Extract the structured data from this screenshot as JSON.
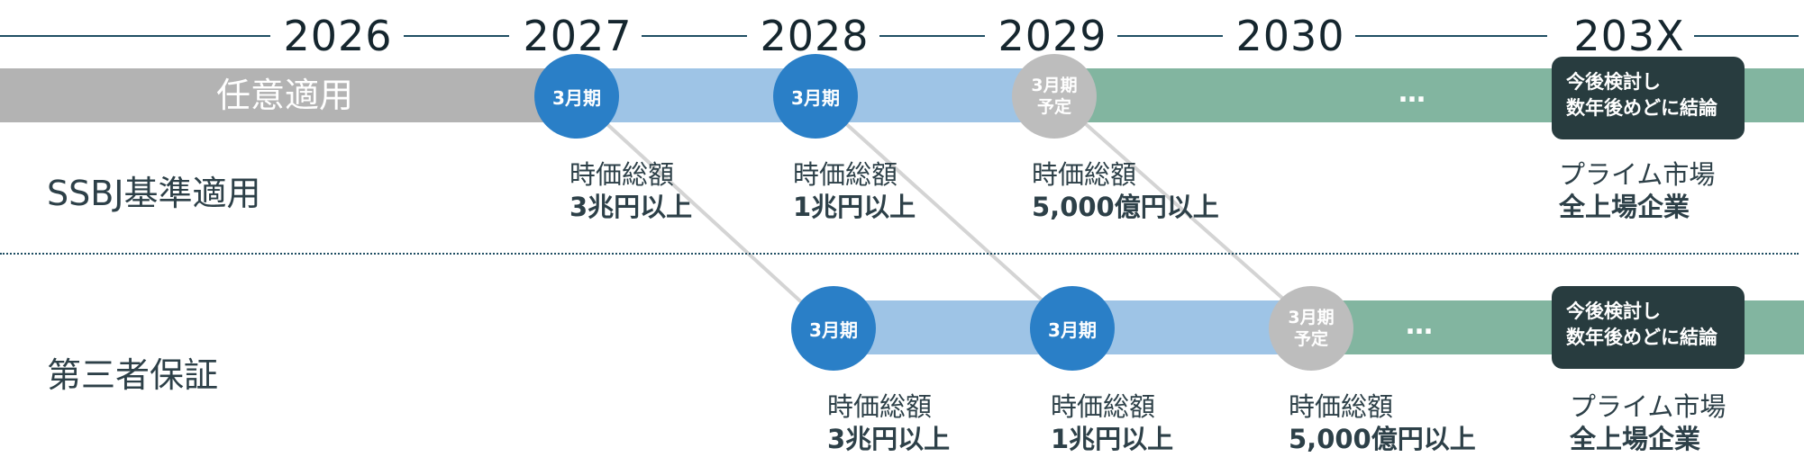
{
  "years": [
    "2026",
    "2027",
    "2028",
    "2029",
    "2030",
    "203X"
  ],
  "top_row": {
    "voluntary_label": "任意適用",
    "label": "SSBJ基準適用",
    "badges": [
      {
        "line1": "3月期",
        "line2": ""
      },
      {
        "line1": "3月期",
        "line2": ""
      },
      {
        "line1": "3月期",
        "line2": "予定"
      }
    ],
    "ellipsis": "…",
    "future": {
      "line1": "今後検討し",
      "line2": "数年後めどに結論"
    },
    "thresholds": [
      {
        "line1": "時価総額",
        "line2": "3兆円以上"
      },
      {
        "line1": "時価総額",
        "line2": "1兆円以上"
      },
      {
        "line1": "時価総額",
        "line2": "5,000億円以上"
      },
      {
        "line1": "プライム市場",
        "line2": "全上場企業"
      }
    ]
  },
  "bottom_row": {
    "label": "第三者保証",
    "badges": [
      {
        "line1": "3月期",
        "line2": ""
      },
      {
        "line1": "3月期",
        "line2": ""
      },
      {
        "line1": "3月期",
        "line2": "予定"
      }
    ],
    "ellipsis": "…",
    "future": {
      "line1": "今後検討し",
      "line2": "数年後めどに結論"
    },
    "thresholds": [
      {
        "line1": "時価総額",
        "line2": "3兆円以上"
      },
      {
        "line1": "時価総額",
        "line2": "1兆円以上"
      },
      {
        "line1": "時価総額",
        "line2": "5,000億円以上"
      },
      {
        "line1": "プライム市場",
        "line2": "全上場企業"
      }
    ]
  },
  "colors": {
    "axis": "#1f4e63",
    "voluntary_band": "#b3b3b3",
    "mandatory_band": "#9ec4e6",
    "planned_band": "#82b5a0",
    "badge_confirmed": "#2a7fc7",
    "badge_planned": "#bdbdbd",
    "future_box": "#283c3f"
  }
}
